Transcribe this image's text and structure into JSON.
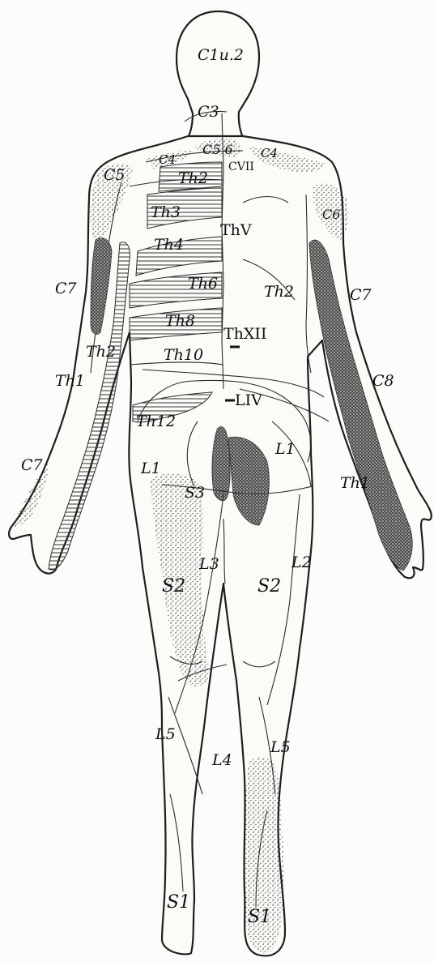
{
  "labels": {
    "c1u2": "C1u.2",
    "c3": "C3",
    "c4_left": "C4",
    "c5_6": "C5 6",
    "c4_right": "C4",
    "cvii": "CVII",
    "c5": "C5",
    "c6": "C6",
    "th2_top": "Th2",
    "th3": "Th3",
    "th4": "Th4",
    "thv": "ThV",
    "th6": "Th6",
    "th8": "Th8",
    "thxii": "ThXII",
    "th10": "Th10",
    "th2_right": "Th2",
    "c7_left_upper": "C7",
    "c7_right": "C7",
    "th2_left_arm": "Th2",
    "th1_left_arm": "Th1",
    "c8": "C8",
    "liv": "LIV",
    "th12": "Th12",
    "l1_left": "L1",
    "l1_right": "L1",
    "s3": "S3",
    "th1_right": "Th1",
    "c7_left_lower": "C7",
    "l3": "L3",
    "l2": "L2",
    "s2_left": "S2",
    "s2_right": "S2",
    "l5_left": "L5",
    "l4": "L4",
    "l5_right": "L5",
    "s1_left": "S1",
    "s1_right": "S1"
  }
}
